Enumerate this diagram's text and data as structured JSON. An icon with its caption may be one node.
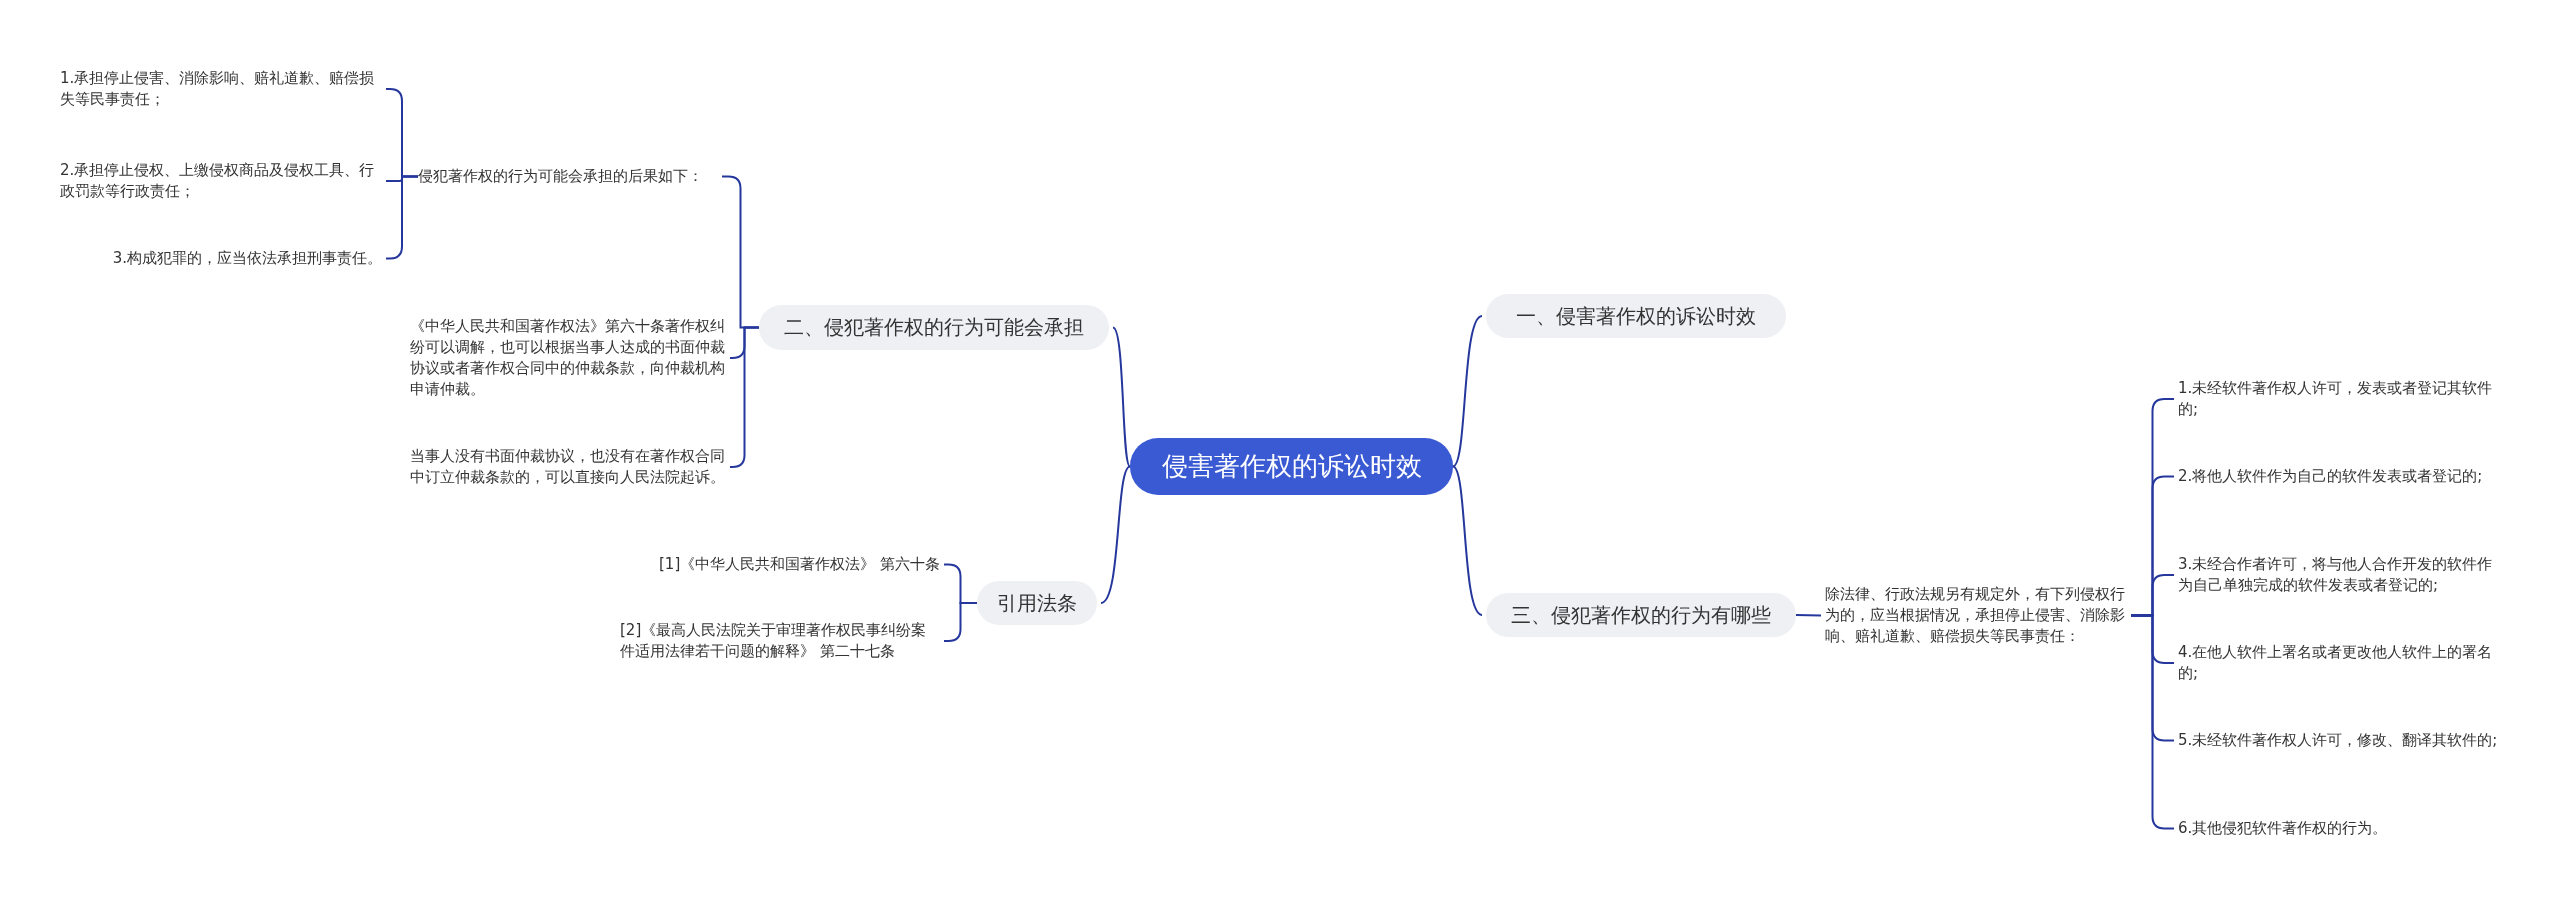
{
  "diagram": {
    "nodes": [
      {
        "text": [
          "侵害著作权的诉讼时效"
        ]
      },
      {
        "text": [
          "一、侵害著作权的诉讼时效"
        ]
      },
      {
        "text": [
          "二、侵犯著作权的行为可能会承担"
        ]
      },
      {
        "text": [
          "引用法条"
        ]
      },
      {
        "text": [
          "三、侵犯著作权的行为有哪些"
        ]
      },
      {
        "text": [
          "侵犯著作权的行为可能会承担的后果如下："
        ]
      },
      {
        "text": [
          "1.承担停止侵害、消除影响、赔礼道歉、赔偿损失等民事责任；"
        ]
      },
      {
        "text": [
          "2.承担停止侵权、上缴侵权商品及侵权工具、行政罚款等行政责任；"
        ]
      },
      {
        "text": [
          "3.构成犯罪的，应当依法承担刑事责任。"
        ]
      },
      {
        "text": [
          "《中华人民共和国著作权法》第六十条著作权纠纷可以调解，也可以根据当事人达成的书面仲裁协议或者著作权合同中的仲裁条款，向仲裁机构申请仲裁。"
        ]
      },
      {
        "text": [
          "当事人没有书面仲裁协议，也没有在著作权合同中订立仲裁条款的，可以直接向人民法院起诉。"
        ]
      },
      {
        "text": [
          "[1]《中华人民共和国著作权法》 第六十条"
        ]
      },
      {
        "text": [
          "[2]《最高人民法院关于审理著作权民事纠纷案件适用法律若干问题的解释》 第二十七条"
        ]
      },
      {
        "text": [
          "除法律、行政法规另有规定外，有下列侵权行为的，应当根据情况，承担停止侵害、消除影响、赔礼道歉、赔偿损失等民事责任："
        ]
      },
      {
        "text": [
          "1.未经软件著作权人许可，发表或者登记其软件的;"
        ]
      },
      {
        "text": [
          "2.将他人软件作为自己的软件发表或者登记的;"
        ]
      },
      {
        "text": [
          "3.未经合作者许可，将与他人合作开发的软件作为自己单独完成的软件发表或者登记的;"
        ]
      },
      {
        "text": [
          "4.在他人软件上署名或者更改他人软件上的署名的;"
        ]
      },
      {
        "text": [
          "5.未经软件著作权人许可，修改、翻译其软件的;"
        ]
      },
      {
        "text": [
          "6.其他侵犯软件著作权的行为。"
        ]
      }
    ],
    "edges": [
      {
        "from": 0,
        "to": 1,
        "arrow": "none"
      },
      {
        "from": 0,
        "to": 2,
        "arrow": "none"
      },
      {
        "from": 0,
        "to": 3,
        "arrow": "none"
      },
      {
        "from": 0,
        "to": 4,
        "arrow": "none"
      },
      {
        "from": 2,
        "to": 5,
        "arrow": "none"
      },
      {
        "from": 5,
        "to": 6,
        "arrow": "none"
      },
      {
        "from": 5,
        "to": 7,
        "arrow": "none"
      },
      {
        "from": 5,
        "to": 8,
        "arrow": "none"
      },
      {
        "from": 2,
        "to": 9,
        "arrow": "none"
      },
      {
        "from": 2,
        "to": 10,
        "arrow": "none"
      },
      {
        "from": 3,
        "to": 11,
        "arrow": "none"
      },
      {
        "from": 3,
        "to": 12,
        "arrow": "none"
      },
      {
        "from": 4,
        "to": 13,
        "arrow": "none"
      },
      {
        "from": 13,
        "to": 14,
        "arrow": "none"
      },
      {
        "from": 13,
        "to": 15,
        "arrow": "none"
      },
      {
        "from": 13,
        "to": 16,
        "arrow": "none"
      },
      {
        "from": 13,
        "to": 17,
        "arrow": "none"
      },
      {
        "from": 13,
        "to": 18,
        "arrow": "none"
      },
      {
        "from": 13,
        "to": 19,
        "arrow": "none"
      }
    ]
  }
}
